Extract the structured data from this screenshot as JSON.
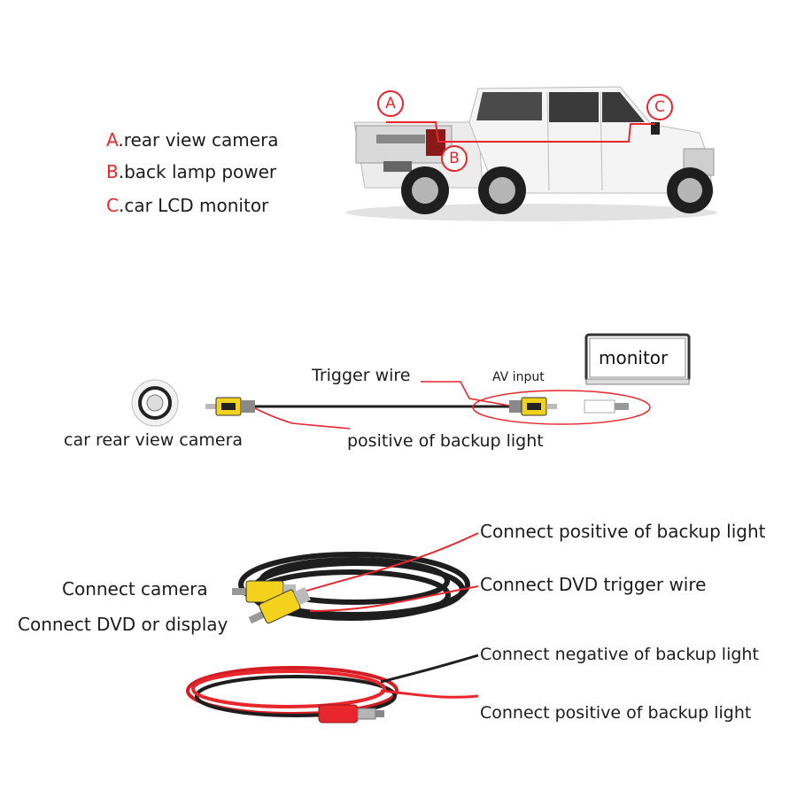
{
  "legend": [
    {
      "letter": "A",
      "text": ".rear view camera"
    },
    {
      "letter": "B",
      "text": ".back lamp power"
    },
    {
      "letter": "C",
      "text": ".car LCD monitor"
    }
  ],
  "truck_markers": [
    "A",
    "B",
    "C"
  ],
  "wiring_diagram": {
    "camera_label": "car rear view camera",
    "trigger_wire_label": "Trigger wire",
    "av_input_label": "AV input",
    "positive_label": "positive of backup light",
    "monitor_label": "monitor"
  },
  "cable_labels": {
    "connect_positive_top": "Connect positive of backup light",
    "connect_camera": "Connect camera",
    "connect_dvd_trigger": "Connect DVD trigger wire",
    "connect_dvd_display": "Connect DVD or display",
    "connect_negative": "Connect negative of backup light",
    "connect_positive_bottom": "Connect positive of backup light"
  },
  "colors": {
    "accent_red": "#e8262b",
    "rca_yellow": "#f2d21c",
    "wire_black": "#1e1e1e",
    "truck_white": "#f4f4f4"
  }
}
